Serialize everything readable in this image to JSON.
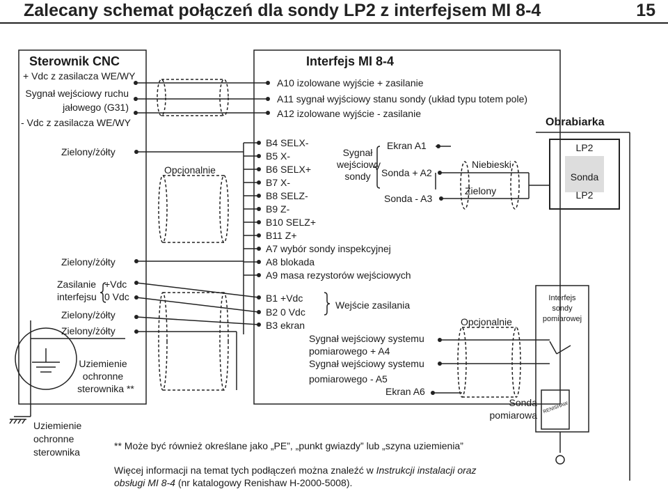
{
  "header": {
    "title": "Zalecany schemat połączeń dla sondy LP2 z interfejsem MI 8-4",
    "page": "15"
  },
  "cnc": {
    "title": "Sterownik CNC",
    "vdc_plus": "+ Vdc z zasilacza WE/WY",
    "skip_1": "Sygnał wejściowy ruchu",
    "skip_2": "jałowego (G31)",
    "vdc_minus": "- Vdc z zasilacza WE/WY",
    "green_yellow_1": "Zielony/żółty",
    "green_yellow_2": "Zielony/żółty",
    "supply_1": "Zasilanie",
    "supply_2": "interfejsu",
    "plus_vdc": "+Vdc",
    "zero_vdc": "0 Vdc",
    "green_yellow_3": "Zielony/żółty",
    "green_yellow_4": "Zielony/żółty",
    "earth_1": "Uziemienie",
    "earth_2": "ochronne",
    "earth_3": "sterownika **"
  },
  "optional_1": "Opcjonalnie",
  "interface": {
    "title": "Interfejs MI 8-4",
    "a10": "A10 izolowane wyjście + zasilanie",
    "a11": "A11 sygnał wyjściowy stanu sondy (układ typu totem pole)",
    "a12": "A12 izolowane wyjście - zasilanie",
    "b4": "B4 SELX-",
    "b5": "B5 X-",
    "b6": "B6 SELX+",
    "b7": "B7 X-",
    "b8": "B8 SELZ-",
    "b9": "B9 Z-",
    "b10": "B10 SELZ+",
    "b11": "B11 Z+",
    "a7": "A7 wybór sondy inspekcyjnej",
    "a8": "A8 blokada",
    "a9": "A9 masa rezystorów wejściowych",
    "b1": "B1 +Vdc",
    "b2": "B2 0 Vdc",
    "b3": "B3 ekran",
    "supply_inputs": "Wejście zasilania",
    "probe_sig_1": "Sygnał",
    "probe_sig_2": "wejściowy",
    "probe_sig_3": "sondy",
    "screen_a1": "Ekran A1",
    "probe_a2": "Sonda + A2",
    "probe_a3": "Sonda - A3",
    "sys_plus_1": "Sygnał wejściowy systemu",
    "sys_plus_2": "pomiarowego + A4",
    "sys_minus_1": "Sygnał wejściowy systemu",
    "sys_minus_2": "pomiarowego - A5",
    "screen_a6": "Ekran A6"
  },
  "machine": {
    "title": "Obrabiarka",
    "lp2": "LP2",
    "probe": "Sonda",
    "lp2b": "LP2",
    "blue": "Niebieski",
    "green": "Zielony",
    "optional_2": "Opcjonalnie",
    "iface_1": "Interfejs",
    "iface_2": "sondy",
    "iface_3": "pomiarowej",
    "probe_label_1": "Sonda",
    "probe_label_2": "pomiarowa",
    "probe_stamp": "RENISHAW"
  },
  "earth_left": {
    "l1": "Uziemienie",
    "l2": "ochronne",
    "l3": "sterownika"
  },
  "notes": {
    "footnote": "** Może być również określane jako „PE”, „punkt gwiazdy” lub „szyna uziemienia”",
    "more_1a": "Więcej informacji na temat tych podłączeń można znaleźć w ",
    "more_1b": "Instrukcji instalacji oraz",
    "more_2a": "obsługi MI 8-4",
    "more_2b": " (nr katalogowy Renishaw H-2000-5008)."
  }
}
